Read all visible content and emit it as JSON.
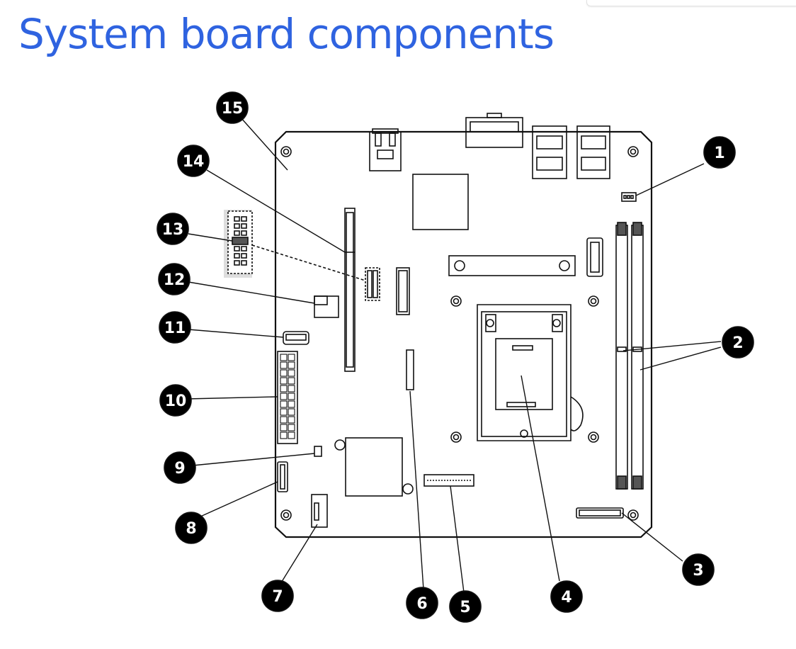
{
  "page": {
    "title": "System board components"
  },
  "callouts": [
    {
      "id": "c1",
      "label": "1"
    },
    {
      "id": "c2",
      "label": "2"
    },
    {
      "id": "c3",
      "label": "3"
    },
    {
      "id": "c4",
      "label": "4"
    },
    {
      "id": "c5",
      "label": "5"
    },
    {
      "id": "c6",
      "label": "6"
    },
    {
      "id": "c7",
      "label": "7"
    },
    {
      "id": "c8",
      "label": "8"
    },
    {
      "id": "c9",
      "label": "9"
    },
    {
      "id": "c10",
      "label": "10"
    },
    {
      "id": "c11",
      "label": "11"
    },
    {
      "id": "c12",
      "label": "12"
    },
    {
      "id": "c13",
      "label": "13"
    },
    {
      "id": "c14",
      "label": "14"
    },
    {
      "id": "c15",
      "label": "15"
    }
  ],
  "colors": {
    "title": "#2f63e0",
    "line": "#111111",
    "callout_fill": "#000000"
  }
}
